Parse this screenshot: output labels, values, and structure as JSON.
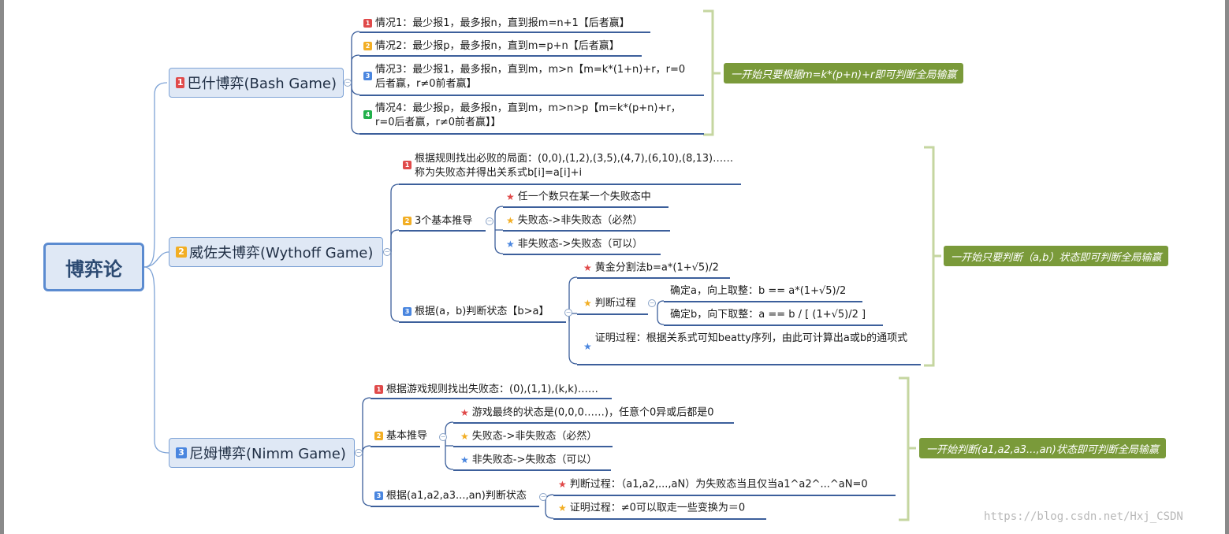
{
  "root": "博弈论",
  "branches": [
    {
      "badge": "1",
      "title": "巴什博弈(Bash Game)",
      "summary": "一开始只要根据m=k*(p+n)+r即可判断全局输赢",
      "children": [
        {
          "badge": "1",
          "text": "情况1：最少报1，最多报n，直到报m=n+1【后者赢】"
        },
        {
          "badge": "2",
          "text": "情况2：最少报p，最多报n，直到m=p+n【后者赢】"
        },
        {
          "badge": "3",
          "text": "情况3：最少报1，最多报n，直到m，m>n【m=k*(1+n)+r，r=0后者赢，r≠0前者赢】"
        },
        {
          "badge": "4",
          "text": "情况4：最少报p，最多报n，直到m，m>n>p【m=k*(p+n)+r，r=0后者赢，r≠0前者赢】】"
        }
      ]
    },
    {
      "badge": "2",
      "title": "威佐夫博弈(Wythoff Game)",
      "summary": "一开始只要判断（a,b）状态即可判断全局输赢",
      "children": [
        {
          "badge": "1",
          "text": "根据规则找出必败的局面：(0,0),(1,2),(3,5),(4,7),(6,10),(8,13)……称为失败态并得出关系式b[i]=a[i]+i"
        },
        {
          "badge": "2",
          "text": "3个基本推导",
          "items": [
            "任一个数只在某一个失败态中",
            "失败态->非失败态（必然）",
            "非失败态->失败态（可以）"
          ]
        },
        {
          "badge": "3",
          "text": "根据(a，b)判断状态【b>a】",
          "items": [
            "黄金分割法b=a*(1+√5)/2",
            "判断过程",
            "证明过程：根据关系式可知beatty序列，由此可计算出a或b的通项式"
          ],
          "subitems": [
            "确定a，向上取整：b == a*(1+√5)/2",
            "确定b，向下取整：a == b / [ (1+√5)/2 ]"
          ]
        }
      ]
    },
    {
      "badge": "3",
      "title": "尼姆博弈(Nimm Game)",
      "summary": "一开始判断(a1,a2,a3...,an)状态即可判断全局输赢",
      "children": [
        {
          "badge": "1",
          "text": "根据游戏规则找出失败态：(0),(1,1),(k,k)……"
        },
        {
          "badge": "2",
          "text": "基本推导",
          "items": [
            "游戏最终的状态是(0,0,0……)，任意个0异或后都是0",
            "失败态->非失败态（必然）",
            "非失败态->失败态（可以）"
          ]
        },
        {
          "badge": "3",
          "text": "根据(a1,a2,a3...,an)判断状态",
          "items": [
            "判断过程：（a1,a2,...,aN）为失败态当且仅当a1^a2^...^aN=0",
            "证明过程：≠0可以取走一些变换为＝0"
          ]
        }
      ]
    }
  ],
  "watermark": "https://blog.csdn.net/Hxj_CSDN",
  "colors": {
    "line": "#3c5f9b",
    "summary_bg": "#7a9a3a",
    "bracket": "#c5d6a0",
    "node_fill": "#dfe8f5"
  }
}
